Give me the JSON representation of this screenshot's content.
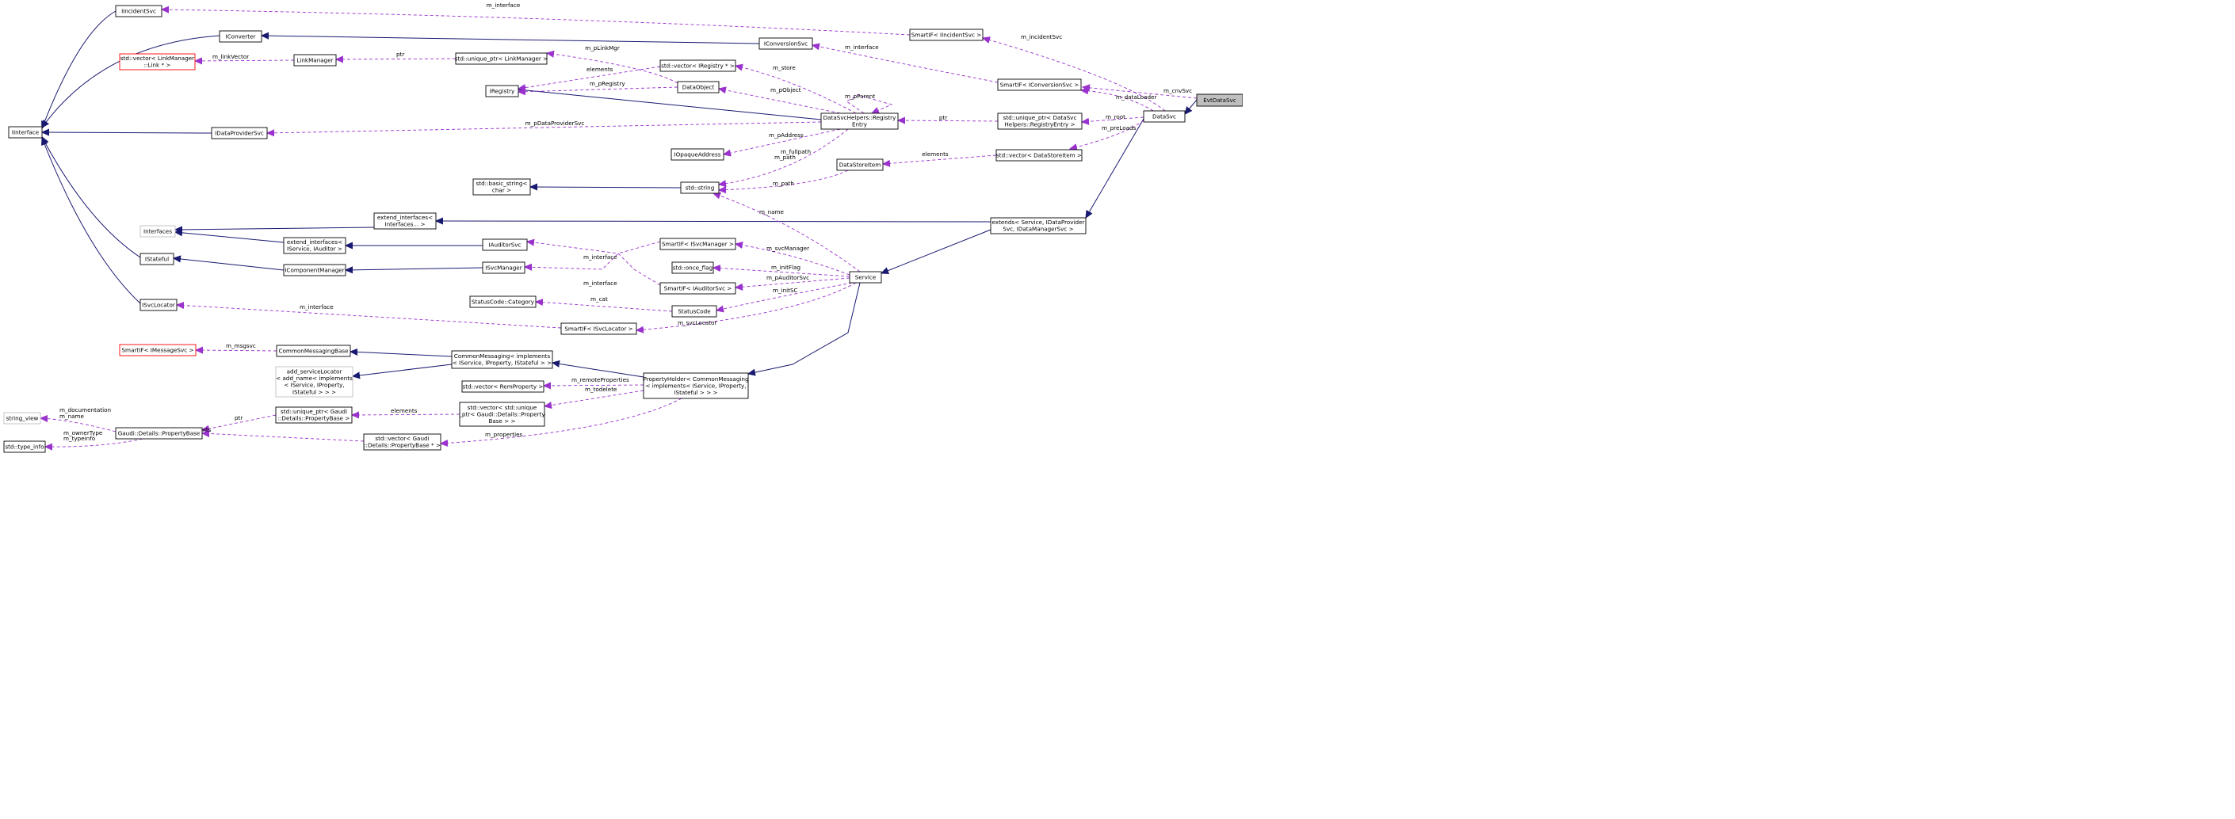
{
  "colors": {
    "inheritance_edge": "#191970",
    "usage_edge": "#9a32cd",
    "undocumented_border": "#ff0000",
    "external_border": "#bfbfbf",
    "highlight_fill": "#bfbfbf"
  },
  "nodes": [
    {
      "id": "evtdatasvc",
      "lines": [
        "EvtDataSvc"
      ],
      "style": "hl"
    },
    {
      "id": "datasvc",
      "lines": [
        "DataSvc"
      ]
    },
    {
      "id": "smartif_incident",
      "lines": [
        "SmartIF< IIncidentSvc >"
      ]
    },
    {
      "id": "smartif_conversion",
      "lines": [
        "SmartIF< IConversionSvc >"
      ]
    },
    {
      "id": "uptr_regentry",
      "lines": [
        "std::unique_ptr< DataSvc",
        "Helpers::RegistryEntry >"
      ]
    },
    {
      "id": "vec_datastore",
      "lines": [
        "std::vector< DataStoreItem >"
      ]
    },
    {
      "id": "extends_service",
      "lines": [
        "extends< Service, IDataProvider",
        "Svc, IDataManagerSvc >"
      ]
    },
    {
      "id": "iincidentsvc",
      "lines": [
        "IIncidentSvc"
      ]
    },
    {
      "id": "iconverter",
      "lines": [
        "IConverter"
      ]
    },
    {
      "id": "iconversionsvc",
      "lines": [
        "IConversionSvc"
      ]
    },
    {
      "id": "vec_linkmgr",
      "lines": [
        "std::vector< LinkManager",
        "::Link * >"
      ],
      "style": "red"
    },
    {
      "id": "linkmanager",
      "lines": [
        "LinkManager"
      ]
    },
    {
      "id": "uptr_linkmgr",
      "lines": [
        "std::unique_ptr< LinkManager >"
      ]
    },
    {
      "id": "vec_iregistry",
      "lines": [
        "std::vector< IRegistry * >"
      ]
    },
    {
      "id": "iregistry",
      "lines": [
        "IRegistry"
      ]
    },
    {
      "id": "dataobject",
      "lines": [
        "DataObject"
      ]
    },
    {
      "id": "registryentry",
      "lines": [
        "DataSvcHelpers::Registry",
        "Entry"
      ]
    },
    {
      "id": "iinterface",
      "lines": [
        "IInterface"
      ]
    },
    {
      "id": "idataprovidersvc",
      "lines": [
        "IDataProviderSvc"
      ]
    },
    {
      "id": "iopaqueaddress",
      "lines": [
        "IOpaqueAddress"
      ]
    },
    {
      "id": "datastoreitem",
      "lines": [
        "DataStoreItem"
      ]
    },
    {
      "id": "basic_string",
      "lines": [
        "std::basic_string<",
        "char >"
      ]
    },
    {
      "id": "std_string",
      "lines": [
        "std::string"
      ]
    },
    {
      "id": "interfaces",
      "lines": [
        "Interfaces"
      ],
      "style": "gray"
    },
    {
      "id": "extend_interfaces_a",
      "lines": [
        "extend_interfaces<",
        "Interfaces... >"
      ]
    },
    {
      "id": "extend_interfaces_b",
      "lines": [
        "extend_interfaces<",
        "IService, IAuditor >"
      ]
    },
    {
      "id": "iauditorsvc",
      "lines": [
        "IAuditorSvc"
      ]
    },
    {
      "id": "smartif_svcmanager",
      "lines": [
        "SmartIF< ISvcManager >"
      ]
    },
    {
      "id": "istateful",
      "lines": [
        "IStateful"
      ]
    },
    {
      "id": "icomponentmanager",
      "lines": [
        "IComponentManager"
      ]
    },
    {
      "id": "isvcmanager",
      "lines": [
        "ISvcManager"
      ]
    },
    {
      "id": "once_flag",
      "lines": [
        "std::once_flag"
      ]
    },
    {
      "id": "smartif_auditor",
      "lines": [
        "SmartIF< IAuditorSvc >"
      ]
    },
    {
      "id": "service",
      "lines": [
        "Service"
      ]
    },
    {
      "id": "isvclocator",
      "lines": [
        "ISvcLocator"
      ]
    },
    {
      "id": "statuscode_category",
      "lines": [
        "StatusCode::Category"
      ]
    },
    {
      "id": "statuscode",
      "lines": [
        "StatusCode"
      ]
    },
    {
      "id": "smartif_svclocator",
      "lines": [
        "SmartIF< ISvcLocator >"
      ]
    },
    {
      "id": "smartif_msgsvc",
      "lines": [
        "SmartIF< IMessageSvc >"
      ],
      "style": "red"
    },
    {
      "id": "commonmessagingbase",
      "lines": [
        "CommonMessagingBase"
      ]
    },
    {
      "id": "commonmessaging",
      "lines": [
        "CommonMessaging< implements",
        "< IService, IProperty, IStateful > >"
      ]
    },
    {
      "id": "add_servicelocator",
      "lines": [
        "add_serviceLocator",
        "< add_name< implements",
        "< IService, IProperty,",
        "IStateful > > >"
      ],
      "style": "gray"
    },
    {
      "id": "propertyholder",
      "lines": [
        "PropertyHolder< CommonMessaging",
        "< implements< IService, IProperty,",
        "IStateful > > >"
      ]
    },
    {
      "id": "vec_remproperty",
      "lines": [
        "std::vector< RemProperty >"
      ]
    },
    {
      "id": "string_view",
      "lines": [
        "string_view"
      ],
      "style": "gray"
    },
    {
      "id": "uptr_propbase",
      "lines": [
        "std::unique_ptr< Gaudi",
        "::Details::PropertyBase >"
      ]
    },
    {
      "id": "vec_uptr_propbase",
      "lines": [
        "std::vector< std::unique",
        "_ptr< Gaudi::Details::Property",
        "Base > >"
      ]
    },
    {
      "id": "propertybase",
      "lines": [
        "Gaudi::Details::PropertyBase"
      ]
    },
    {
      "id": "type_info",
      "lines": [
        "std::type_info"
      ]
    },
    {
      "id": "vec_propbase_ptr",
      "lines": [
        "std::vector< Gaudi",
        "::Details::PropertyBase * >"
      ]
    }
  ],
  "edge_labels": [
    "m_interface",
    "m_incidentSvc",
    "m_interface",
    "m_cnvSvc",
    "m_linkVector",
    "ptr",
    "m_pLinkMgr",
    "elements",
    "m_pRegistry",
    "m_store",
    "m_pParent",
    "m_pObject",
    "m_dataLoader",
    "m_pDataProviderSvc",
    "ptr",
    "m_root",
    "m_preLoads",
    "m_pAddress",
    "m_fullpath",
    "m_path",
    "elements",
    "m_path",
    "m_name",
    "m_interface",
    "m_svcManager",
    "m_interface",
    "m_initFlag",
    "m_pAuditorSvc",
    "m_initSC",
    "m_interface",
    "m_cat",
    "m_svcLocator",
    "m_msgsvc",
    "m_remoteProperties",
    "m_todelete",
    "m_documentation",
    "m_name",
    "ptr",
    "elements",
    "m_ownerType",
    "m_typeinfo",
    "elements",
    "m_properties"
  ]
}
